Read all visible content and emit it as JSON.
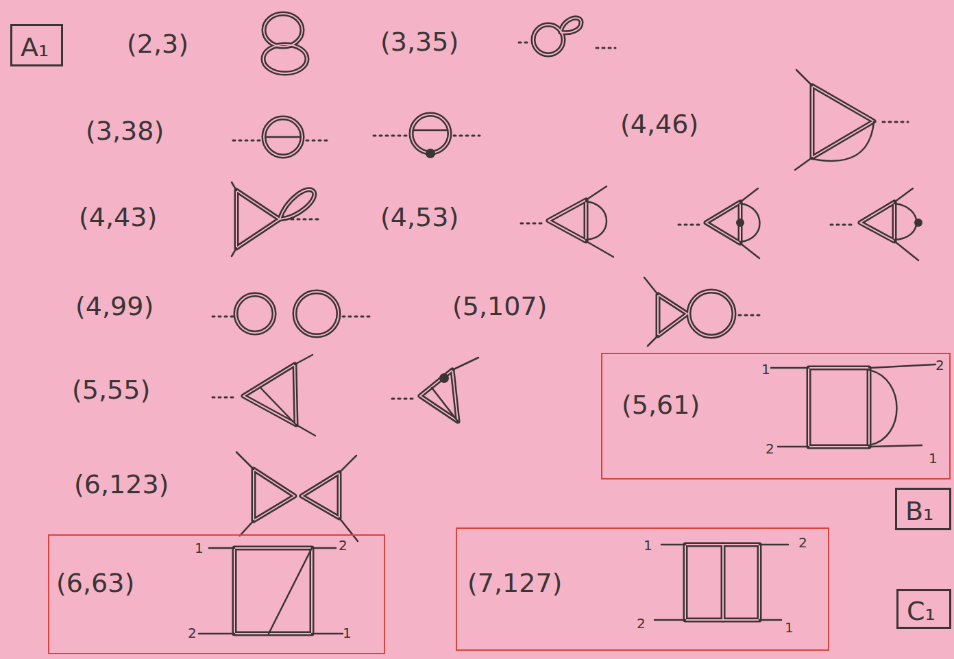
{
  "diagram": {
    "nodes": [
      {
        "text": [
          "A₁"
        ]
      },
      {
        "text": [
          "(5,61)",
          "1",
          "2",
          "2",
          "1"
        ]
      },
      {
        "text": [
          "B₁"
        ]
      },
      {
        "text": [
          "(6,63)",
          "1",
          "2",
          "2",
          "1"
        ]
      },
      {
        "text": [
          "(7,127)",
          "1",
          "2",
          "2",
          "1"
        ]
      },
      {
        "text": [
          "C₁"
        ]
      }
    ],
    "labels": [
      "(2,3)",
      "(3,35)",
      "(3,38)",
      "(4,46)",
      "(4,43)",
      "(4,53)",
      "(4,99)",
      "(5,107)",
      "(5,55)",
      "(6,123)"
    ]
  }
}
